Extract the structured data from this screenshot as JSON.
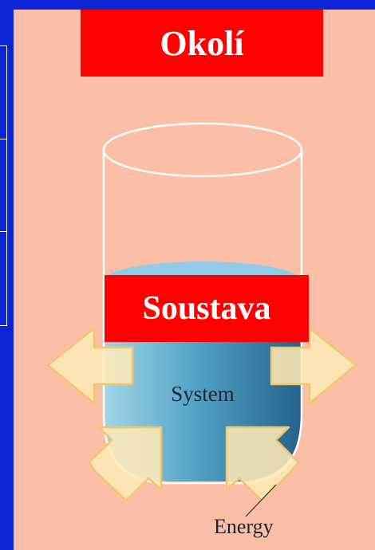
{
  "labels": {
    "surroundings": "Okolí",
    "system_cz": "Soustava"
  },
  "diagram": {
    "system_label": "System",
    "energy_label": "Energy"
  },
  "colors": {
    "background": "#0a24d6",
    "panel": "#fbbfa7",
    "label_box": "#ff0000",
    "arrow_fill": "#fde9b6",
    "liquid_light": "#8fd3e8",
    "liquid_dark": "#1f6c98"
  }
}
